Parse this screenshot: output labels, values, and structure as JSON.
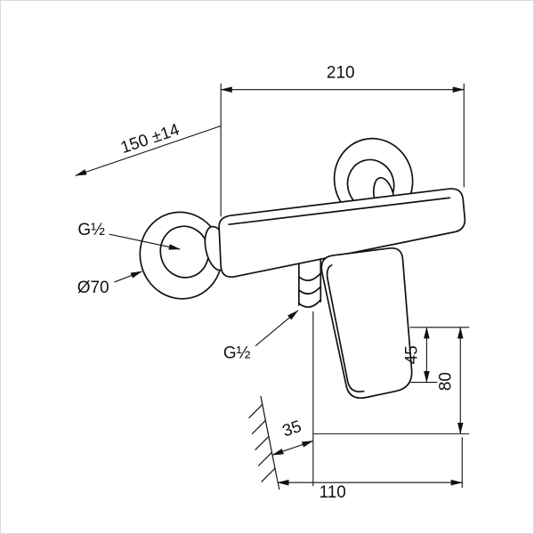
{
  "drawing": {
    "type": "technical-dimension-diagram",
    "subject": "wall-mounted single-lever shower mixer, isometric spec drawing",
    "labels": {
      "overall_width": "210",
      "center_distance": "150 ±14",
      "inlet_thread": "G½",
      "escutcheon_diameter": "Ø70",
      "outlet_thread": "G½",
      "dim_45": "45",
      "dim_80": "80",
      "dim_35": "35",
      "dim_110": "110"
    },
    "style": {
      "line_color": "#111111",
      "background": "#ffffff",
      "border_color": "#d8d8d8"
    }
  }
}
